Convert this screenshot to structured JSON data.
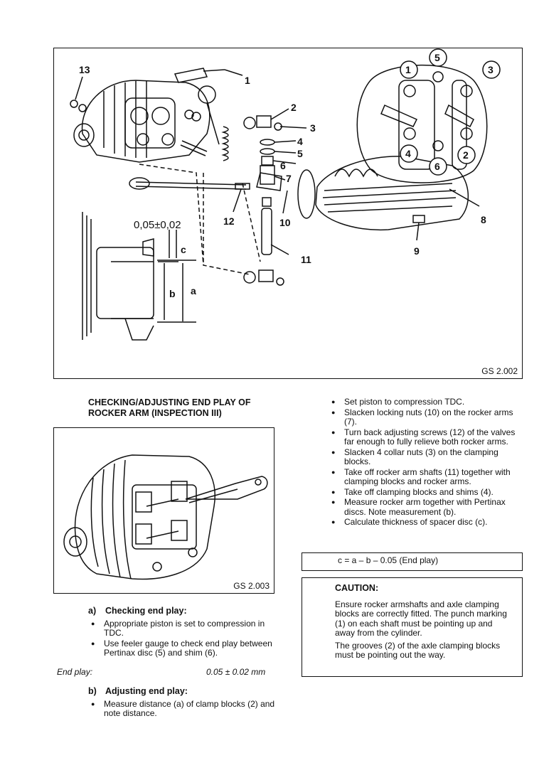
{
  "figure_top": {
    "ref": "GS 2.002",
    "callouts": [
      "1",
      "2",
      "3",
      "4",
      "5",
      "6",
      "7",
      "8",
      "9",
      "10",
      "11",
      "12",
      "13"
    ],
    "dimension": {
      "value": "0,05±0,02",
      "label_a": "a",
      "label_b": "b",
      "label_c": "c"
    },
    "clamp_numbers": [
      "1",
      "2",
      "3",
      "4",
      "5",
      "6"
    ]
  },
  "figure_bottom": {
    "ref": "GS 2.003"
  },
  "heading": "CHECKING/ADJUSTING END PLAY OF ROCKER ARM (INSPECTION III)",
  "section_a": {
    "key": "a)",
    "title": "Checking end play:",
    "bullets": [
      "Appropriate piston is set to compression in TDC.",
      "Use feeler gauge to check end play between Pertinax disc (5) and shim (6)."
    ],
    "end_play_label": "End play:",
    "end_play_value": "0.05 ± 0.02 mm"
  },
  "section_b": {
    "key": "b)",
    "title": "Adjusting end play:",
    "bullets": [
      "Measure distance (a) of clamp blocks (2) and note distance."
    ]
  },
  "right_steps": [
    "Set piston to compression TDC.",
    "Slacken locking nuts (10) on the rocker arms (7).",
    "Turn back adjusting screws (12) of the valves far enough to fully relieve both rocker arms.",
    "Slacken 4 collar nuts (3) on the clamping blocks.",
    "Take off rocker arm shafts (11) together with clamping blocks and rocker arms.",
    "Take off clamping blocks and shims (4).",
    "Measure rocker arm together with Pertinax discs. Note measurement (b).",
    "Calculate thickness of spacer disc (c)."
  ],
  "formula": "c =  a – b – 0.05  (End play)",
  "caution": {
    "title": "CAUTION:",
    "paragraphs": [
      "Ensure rocker armshafts and axle clamping blocks are correctly fitted. The punch marking (1) on each shaft must be pointing up and away from the cylinder.",
      "The grooves (2) of the axle clamping blocks must be pointing out the way."
    ]
  }
}
